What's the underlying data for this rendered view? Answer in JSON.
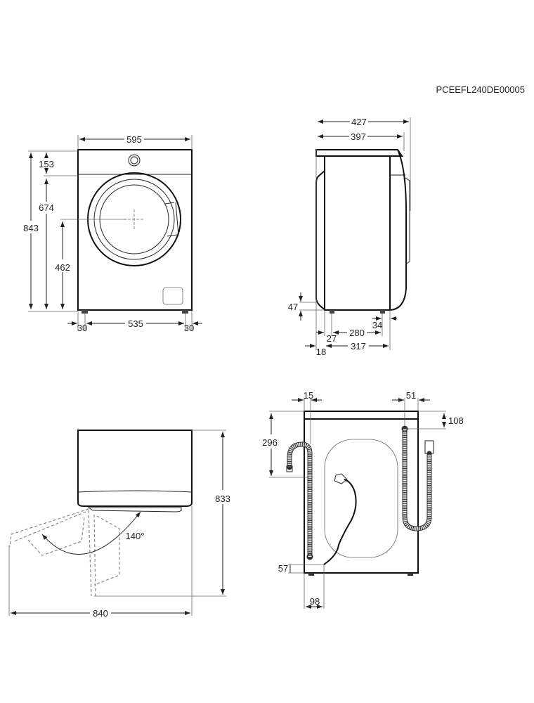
{
  "document_code": "PCEEFL240DE00005",
  "front_view": {
    "width": "595",
    "top_panel": "153",
    "door_top": "674",
    "height": "843",
    "door_center": "462",
    "foot_left": "30",
    "feet_span": "535",
    "foot_right": "30"
  },
  "side_view": {
    "depth_total": "427",
    "depth_body": "397",
    "door_bottom": "47",
    "feet_span": "280",
    "door_offset": "27",
    "rear_foot": "34",
    "front_offset": "18",
    "base_depth": "317"
  },
  "top_view": {
    "depth_open": "833",
    "width_open": "840",
    "door_angle": "140°"
  },
  "back_view": {
    "drain_offset": "15",
    "inlet_offset": "51",
    "inlet_height": "108",
    "drain_height": "296",
    "cable_height": "57",
    "cable_offset": "98"
  }
}
